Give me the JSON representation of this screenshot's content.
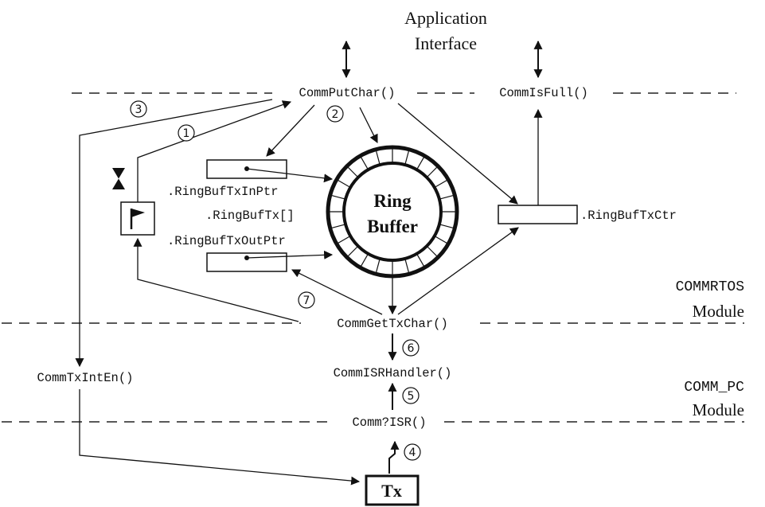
{
  "interface_header": {
    "line1": "Application",
    "line2": "Interface"
  },
  "functions": {
    "put_char": "CommPutChar()",
    "is_full": "CommIsFull()",
    "get_tx_char": "CommGetTxChar()",
    "isr_handler": "CommISRHandler()",
    "isr": "Comm?ISR()",
    "tx_int_en": "CommTxIntEn()"
  },
  "fields": {
    "in_ptr": ".RingBufTxInPtr",
    "buffer": ".RingBufTx[]",
    "out_ptr": ".RingBufTxOutPtr",
    "counter": ".RingBufTxCtr"
  },
  "ring_buffer": {
    "line1": "Ring",
    "line2": "Buffer"
  },
  "modules": {
    "commrtos": {
      "name": "COMMRTOS",
      "label": "Module"
    },
    "comm_pc": {
      "name": "COMM_PC",
      "label": "Module"
    }
  },
  "tx_box": "Tx",
  "steps": [
    "1",
    "2",
    "3",
    "4",
    "5",
    "6",
    "7"
  ]
}
